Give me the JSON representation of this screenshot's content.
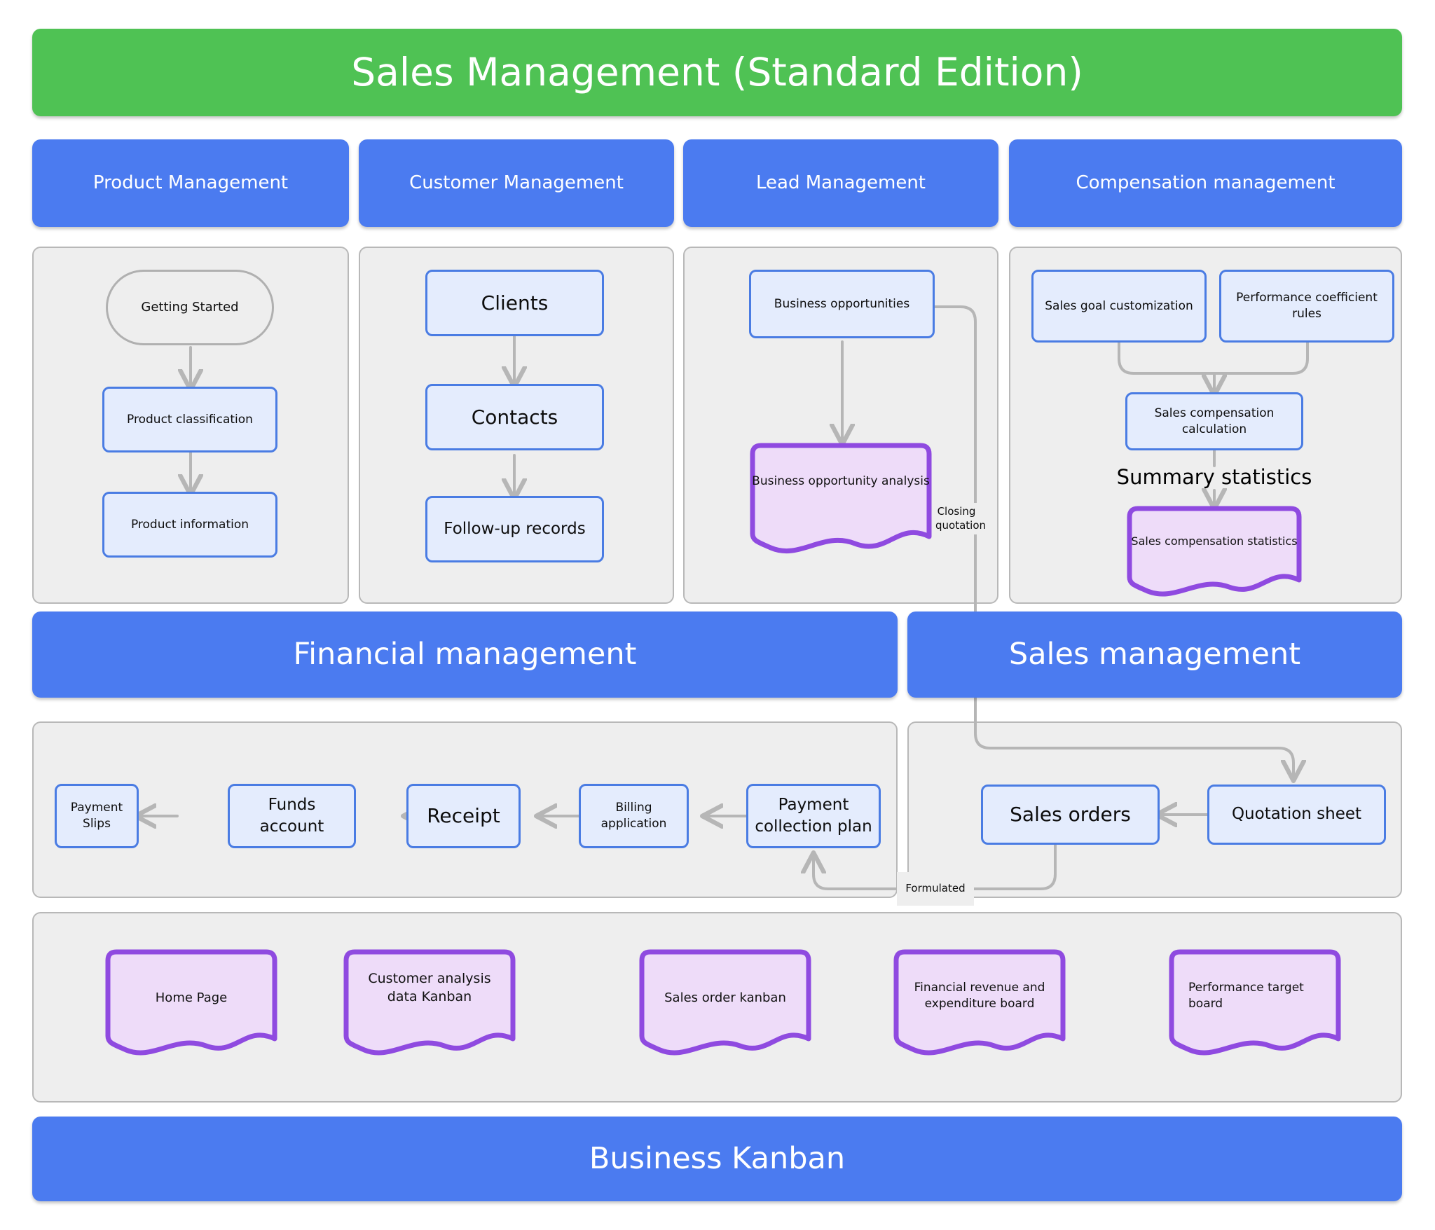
{
  "title_banner": {
    "label": "Sales Management (Standard Edition)",
    "color": "#4fc254"
  },
  "section_banners": [
    {
      "label": "Product Management",
      "color": "#4b7bf0"
    },
    {
      "label": "Customer Management",
      "color": "#4b7bf0"
    },
    {
      "label": "Lead Management",
      "color": "#4b7bf0"
    },
    {
      "label": "Compensation management",
      "color": "#4b7bf0"
    },
    {
      "label": "Financial management",
      "color": "#4b7bf0"
    },
    {
      "label": "Sales management",
      "color": "#4b7bf0"
    },
    {
      "label": "Business Kanban",
      "color": "#4b7bf0"
    }
  ],
  "product_management": {
    "start": "Getting Started",
    "nodes": [
      {
        "label": "Product classification"
      },
      {
        "label": "Product information"
      }
    ]
  },
  "customer_management": {
    "nodes": [
      {
        "label": "Clients"
      },
      {
        "label": "Contacts"
      },
      {
        "label": "Follow-up records"
      }
    ]
  },
  "lead_management": {
    "nodes": [
      {
        "label": "Business opportunities"
      }
    ],
    "docs": [
      {
        "label": "Business opportunity analysis"
      }
    ],
    "edge_labels": [
      {
        "label": "Closing quotation"
      }
    ]
  },
  "compensation_management": {
    "nodes": [
      {
        "label": "Sales goal customization"
      },
      {
        "label": "Performance coefficient rules"
      },
      {
        "label": "Sales compensation calculation"
      }
    ],
    "docs": [
      {
        "label": "Sales compensation statistics"
      }
    ],
    "edge_labels": [
      {
        "label": "Summary statistics"
      }
    ]
  },
  "financial_management": {
    "nodes": [
      {
        "label": "Payment Slips"
      },
      {
        "label": "Funds account"
      },
      {
        "label": "Receipt"
      },
      {
        "label": "Billing application"
      },
      {
        "label": "Payment collection plan"
      }
    ]
  },
  "sales_management": {
    "nodes": [
      {
        "label": "Sales orders"
      },
      {
        "label": "Quotation sheet"
      }
    ],
    "edge_labels": [
      {
        "label": "Formulated"
      }
    ]
  },
  "business_kanban": {
    "docs": [
      {
        "label": "Home Page"
      },
      {
        "label": "Customer analysis data Kanban"
      },
      {
        "label": "Sales order kanban"
      },
      {
        "label": "Financial revenue and expenditure board"
      },
      {
        "label": "Performance target board"
      }
    ]
  },
  "colors": {
    "title_green": "#4fc254",
    "banner_blue": "#4b7bf0",
    "node_fill": "#e4ecfd",
    "node_border": "#4a7ce3",
    "panel_fill": "#eeeeee",
    "panel_border": "#b8b8b8",
    "doc_fill": "#eedcf9",
    "doc_border": "#8f4ae0",
    "edge_gray": "#b6b6b6"
  }
}
